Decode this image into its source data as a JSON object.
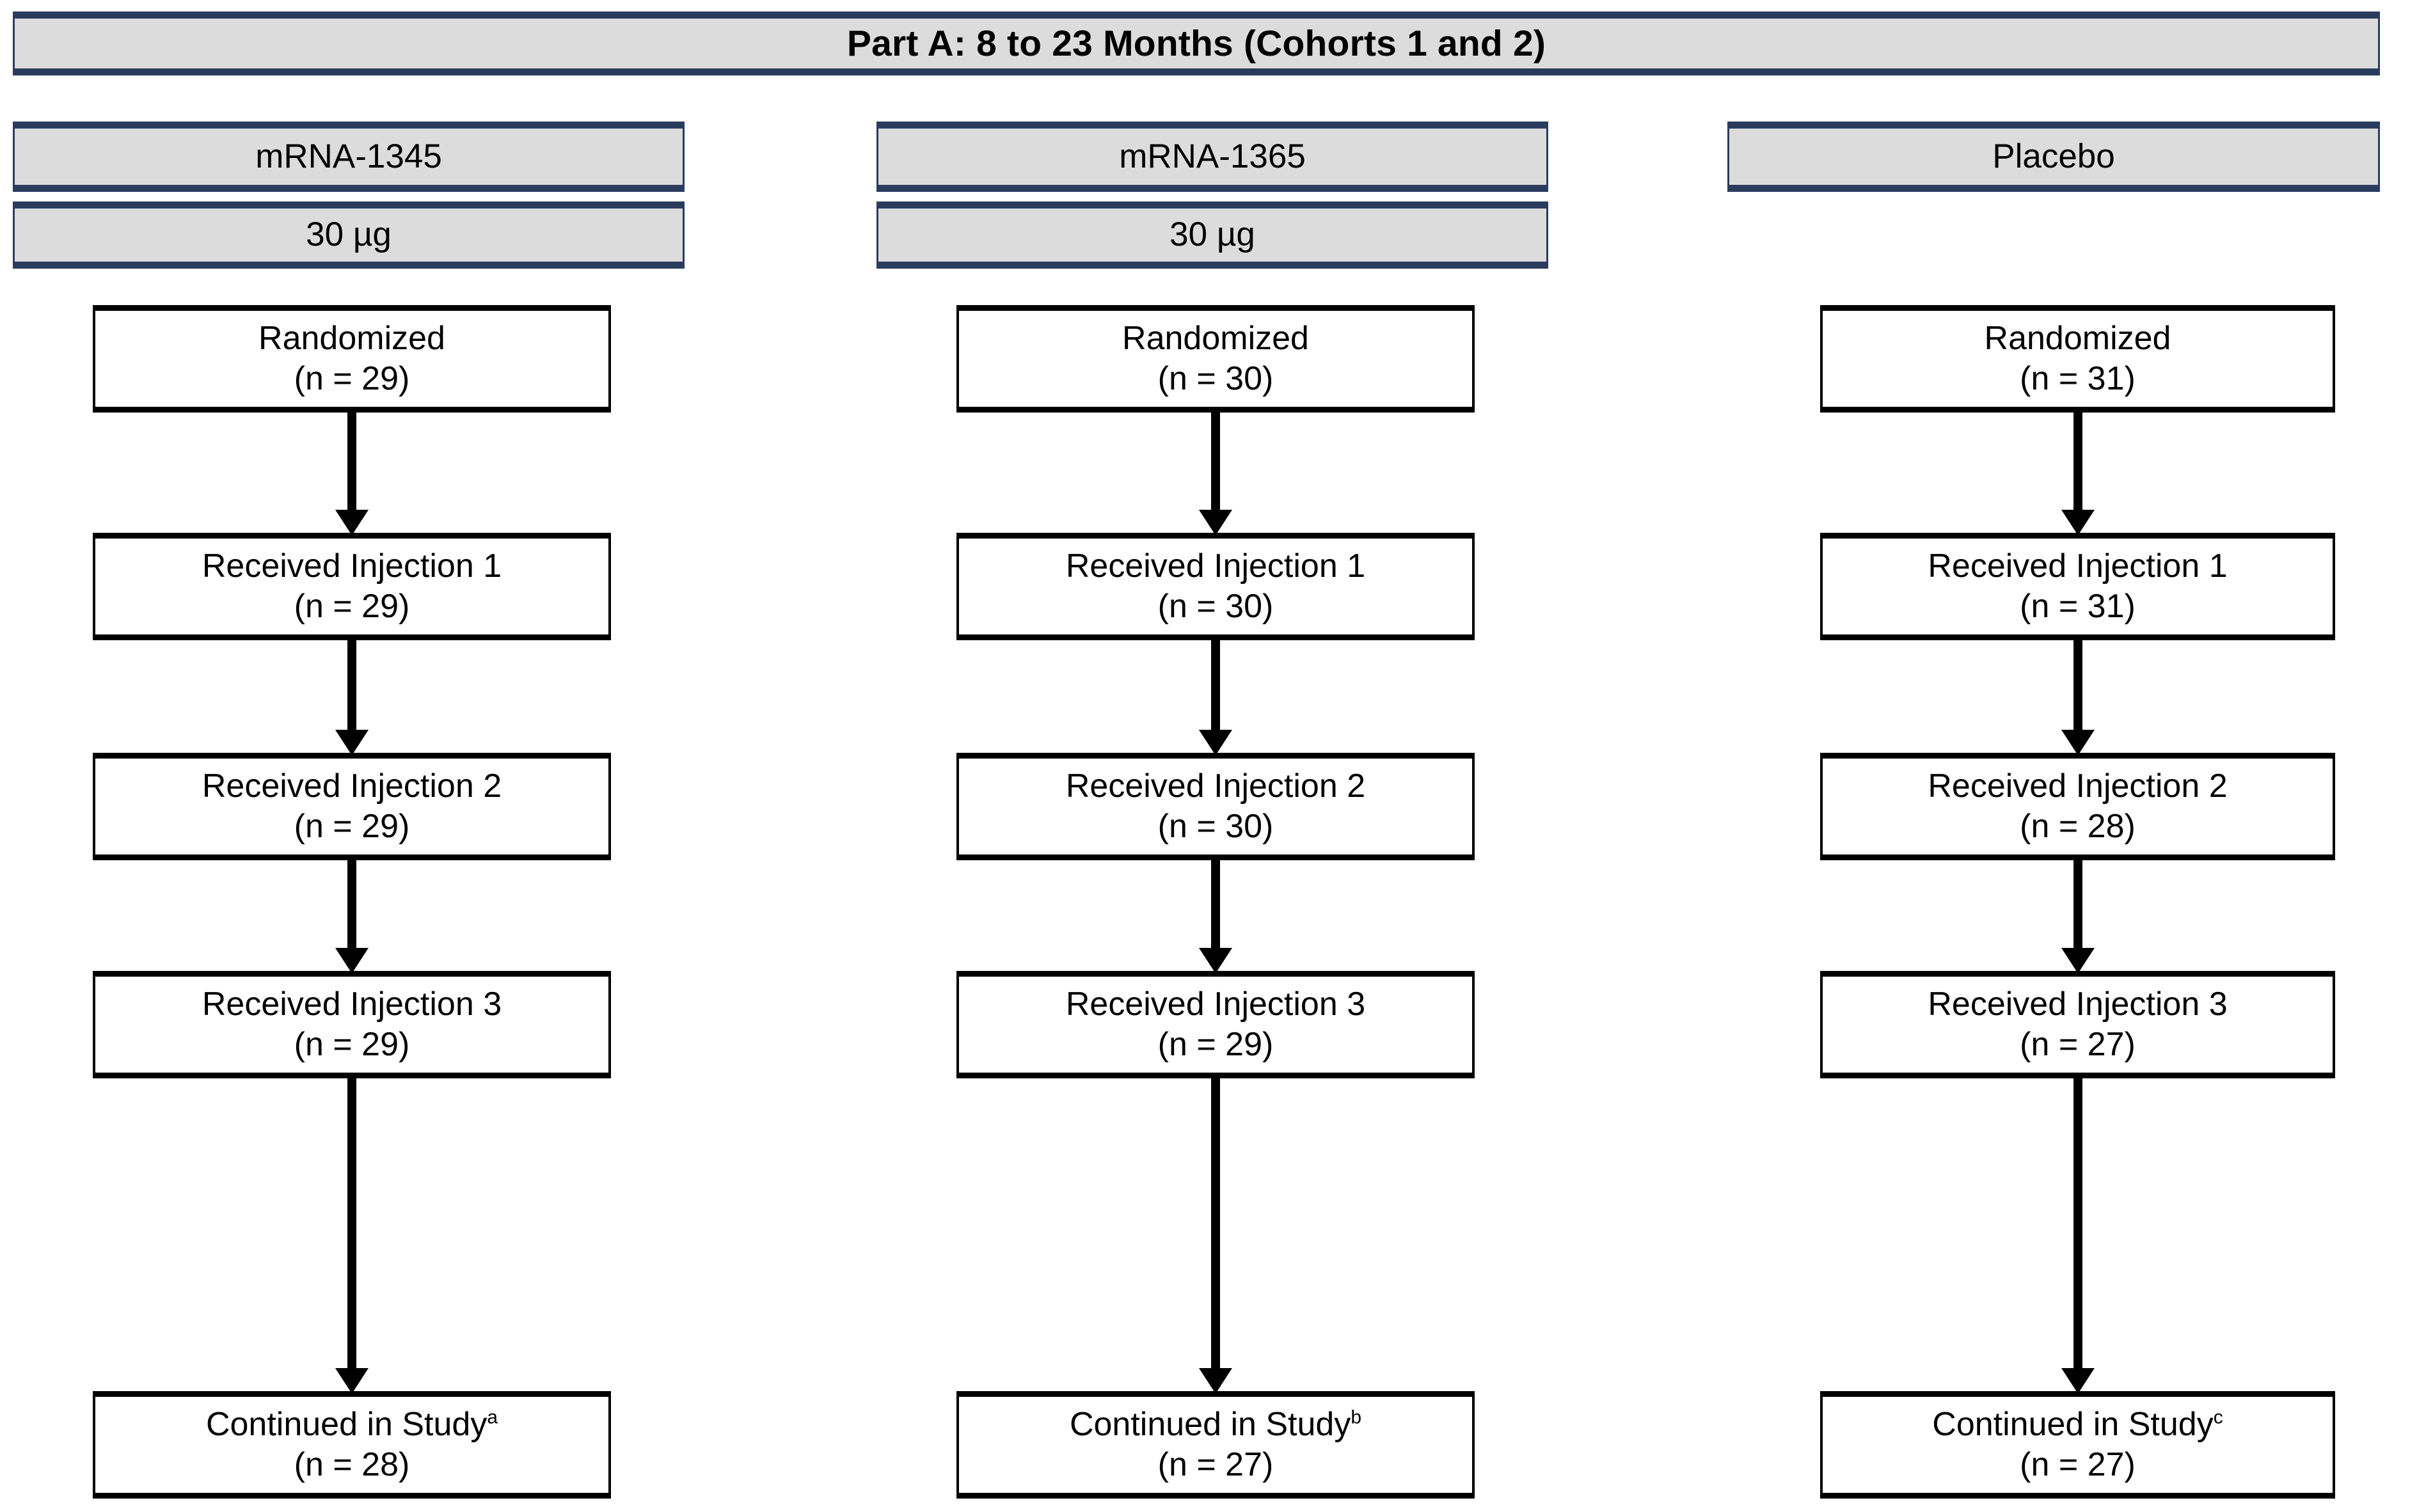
{
  "banner": {
    "title": "Part A: 8 to 23 Months (Cohorts 1 and 2)"
  },
  "columns": [
    {
      "name": "mRNA-1345",
      "dose": "30 µg",
      "nodes": [
        {
          "label": "Randomized",
          "count": "(n = 29)",
          "note": ""
        },
        {
          "label": "Received Injection 1",
          "count": "(n = 29)",
          "note": ""
        },
        {
          "label": "Received Injection 2",
          "count": "(n = 29)",
          "note": ""
        },
        {
          "label": "Received Injection 3",
          "count": "(n = 29)",
          "note": ""
        },
        {
          "label": "Continued in Study",
          "count": "(n = 28)",
          "note": "a"
        }
      ]
    },
    {
      "name": "mRNA-1365",
      "dose": "30 µg",
      "nodes": [
        {
          "label": "Randomized",
          "count": "(n = 30)",
          "note": ""
        },
        {
          "label": "Received Injection 1",
          "count": "(n = 30)",
          "note": ""
        },
        {
          "label": "Received Injection 2",
          "count": "(n = 30)",
          "note": ""
        },
        {
          "label": "Received Injection 3",
          "count": "(n = 29)",
          "note": ""
        },
        {
          "label": "Continued in Study",
          "count": "(n = 27)",
          "note": "b"
        }
      ]
    },
    {
      "name": "Placebo",
      "dose": "",
      "nodes": [
        {
          "label": "Randomized",
          "count": "(n = 31)",
          "note": ""
        },
        {
          "label": "Received Injection 1",
          "count": "(n = 31)",
          "note": ""
        },
        {
          "label": "Received Injection 2",
          "count": "(n = 28)",
          "note": ""
        },
        {
          "label": "Received Injection 3",
          "count": "(n = 27)",
          "note": ""
        },
        {
          "label": "Continued in Study",
          "count": "(n = 27)",
          "note": "c"
        }
      ]
    }
  ],
  "colors": {
    "banner_fill": "#dcdcdc",
    "banner_border": "#2a3c5e",
    "node_border": "#000000",
    "text": "#000000",
    "background": "#ffffff"
  }
}
